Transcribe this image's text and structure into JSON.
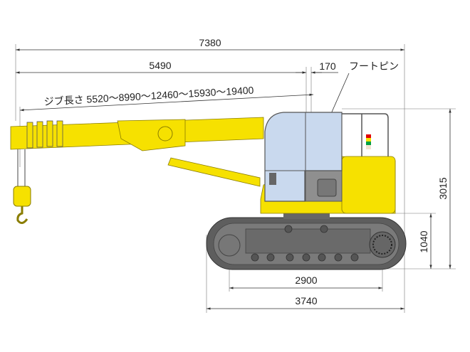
{
  "dimensions": {
    "overall_length": "7380",
    "boom_to_foot_pin": "5490",
    "foot_pin_offset": "170",
    "foot_pin_label": "フートピン",
    "jib_length": "ジブ長さ 5520～8990～12460～15930～19400",
    "overall_height": "3015",
    "ground_clearance_to_body": "1040",
    "tumbler_distance": "2900",
    "track_length": "3740"
  },
  "colors": {
    "body_yellow": "#f6e100",
    "cab_glass": "#c9d9ee",
    "track_gray": "#6d6d6d"
  }
}
